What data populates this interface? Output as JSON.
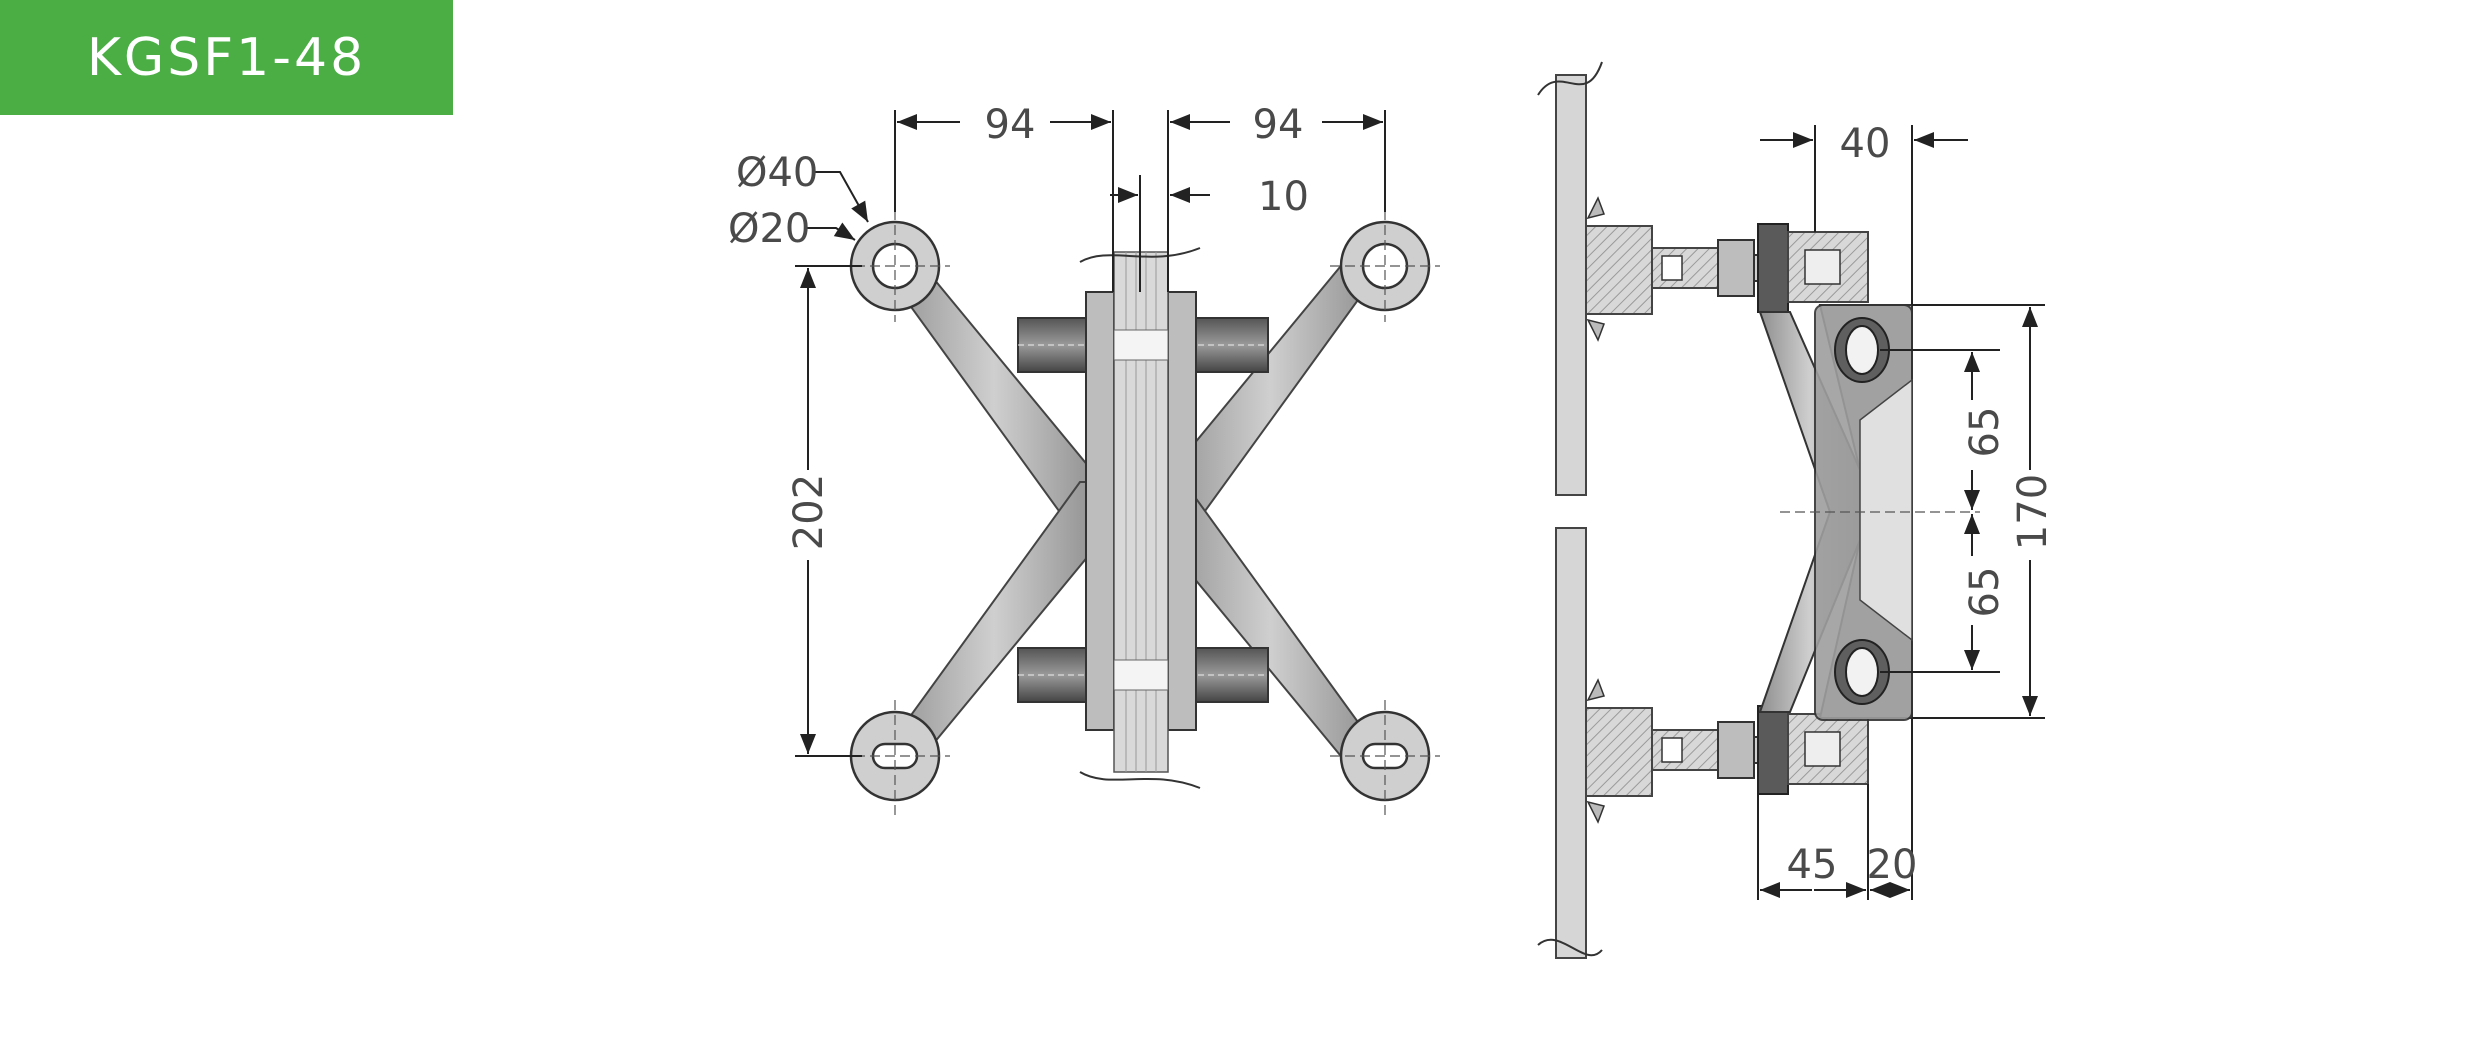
{
  "model_code": "KGSF1-48",
  "colors": {
    "badge": "#4aae45",
    "line": "#3a3a3a",
    "metal": "#b3b3b3",
    "metal_dark": "#6e6e6e",
    "glass": "#d6d6d6"
  },
  "front_view": {
    "dimensions": {
      "left_span": "94",
      "right_span": "94",
      "center_gap": "10",
      "outer_dia": "Ø40",
      "inner_dia": "Ø20",
      "vertical_span": "202"
    }
  },
  "side_view": {
    "dimensions": {
      "offset_top": "40",
      "upper_pitch": "65",
      "lower_pitch": "65",
      "total_height": "170",
      "bottom_depth": "45",
      "bottom_end": "20"
    }
  }
}
